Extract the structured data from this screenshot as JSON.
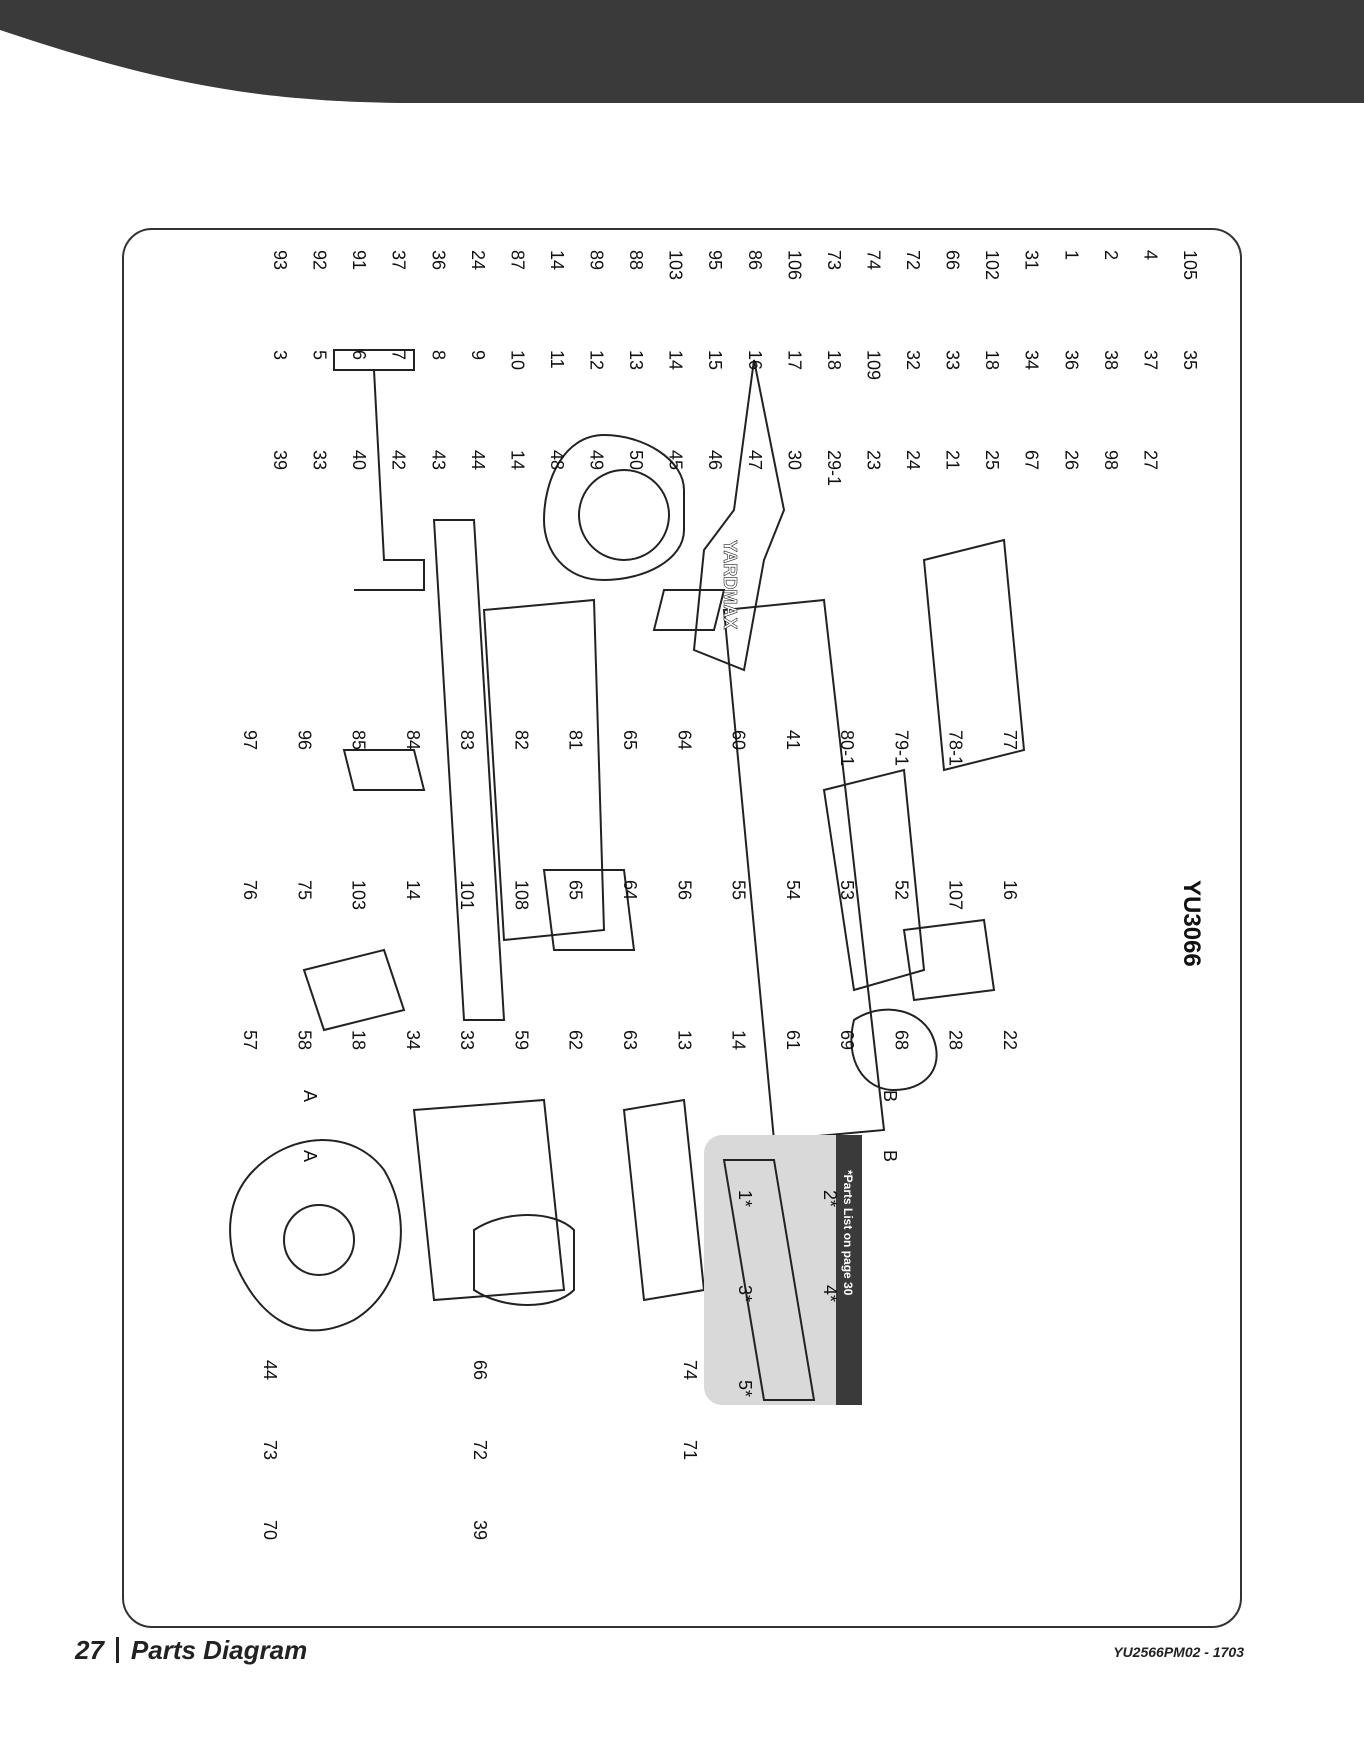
{
  "model": "YU3066",
  "callout_note": "*Parts List on page 30",
  "footer": {
    "page_number": "27",
    "section": "Parts Diagram",
    "doc_code": "YU2566PM02 - 1703"
  },
  "logo_text": "YARDMAX",
  "colors": {
    "header": "#3a3a3a",
    "note_panel": "#d9d9d9",
    "note_tab": "#3a3a3a",
    "line": "#222222"
  },
  "labels": {
    "top_row": [
      "93",
      "92",
      "91",
      "37",
      "36",
      "24",
      "87",
      "14",
      "89",
      "88",
      "103",
      "95",
      "86",
      "106",
      "73",
      "74",
      "72",
      "66",
      "102",
      "31",
      "1",
      "2",
      "4",
      "105",
      "3",
      "5",
      "6",
      "7",
      "8",
      "9",
      "10",
      "11",
      "12",
      "13",
      "14",
      "15",
      "16",
      "17",
      "18",
      "109",
      "32",
      "33",
      "18",
      "34",
      "36",
      "38",
      "37",
      "35",
      "39",
      "33",
      "40",
      "42",
      "43",
      "44",
      "14",
      "48",
      "49",
      "50",
      "45",
      "46",
      "47",
      "30",
      "29-1",
      "23",
      "24",
      "21",
      "25",
      "67",
      "26",
      "98",
      "27"
    ],
    "middle_row": [
      "97",
      "96",
      "85",
      "84",
      "83",
      "82",
      "81",
      "65",
      "64",
      "60",
      "41",
      "80-1",
      "79-1",
      "78-1",
      "77",
      "76",
      "75",
      "103",
      "14",
      "101",
      "108",
      "65",
      "64",
      "56",
      "55",
      "54",
      "53",
      "52",
      "107",
      "16",
      "57",
      "58",
      "18",
      "34",
      "33",
      "59",
      "62",
      "63",
      "13",
      "14",
      "61",
      "69",
      "68",
      "28",
      "22"
    ],
    "bottom_row": [
      "44",
      "66",
      "74",
      "73",
      "72",
      "71",
      "70",
      "39"
    ],
    "extras": [
      "A",
      "B",
      "A",
      "B"
    ],
    "note_parts": [
      "1*",
      "2*",
      "3*",
      "4*",
      "5*"
    ]
  }
}
